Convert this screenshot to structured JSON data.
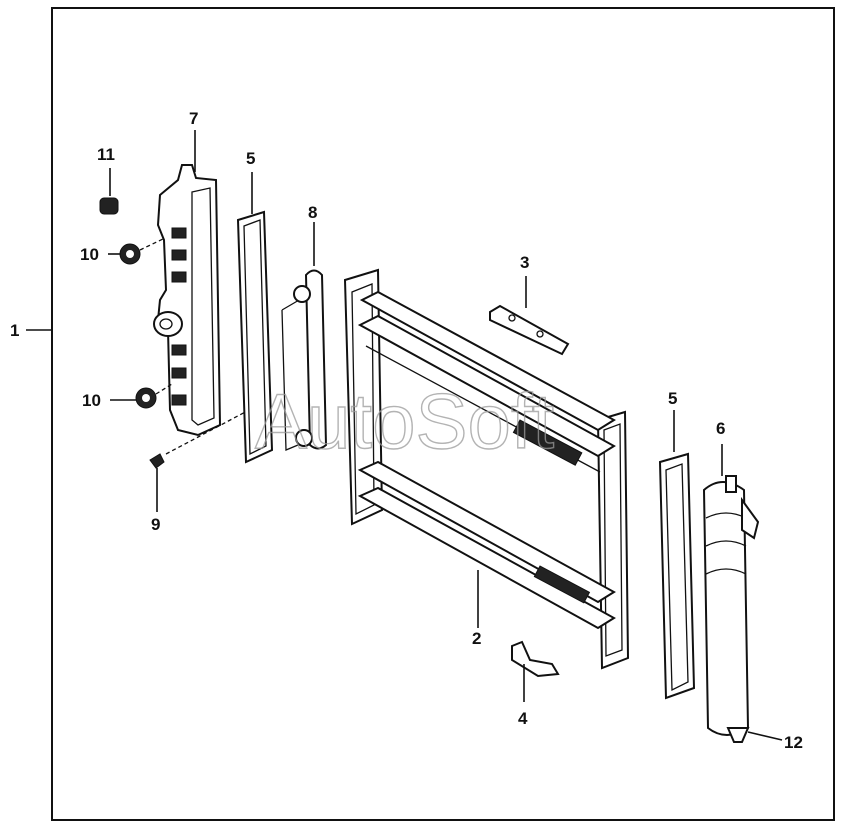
{
  "watermark": "AutoSoft",
  "labels": {
    "p1": "1",
    "p2": "2",
    "p3": "3",
    "p4": "4",
    "p5a": "5",
    "p5b": "5",
    "p6": "6",
    "p7": "7",
    "p8": "8",
    "p9": "9",
    "p10a": "10",
    "p10b": "10",
    "p11": "11",
    "p12": "12"
  },
  "colors": {
    "ink": "#111111",
    "paper": "#ffffff",
    "watermark": "#9a9a9a"
  }
}
